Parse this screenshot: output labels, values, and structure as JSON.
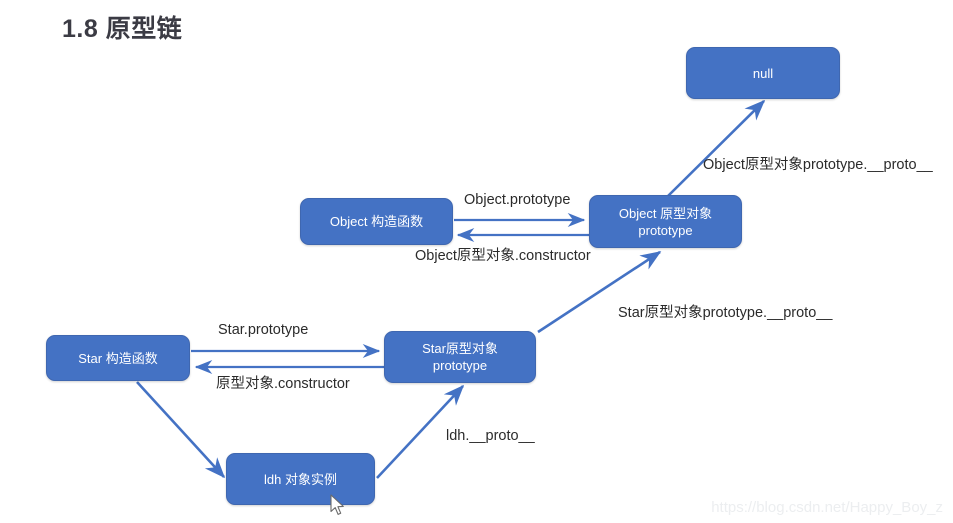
{
  "page": {
    "title": "1.8 原型链",
    "background_color": "#ffffff",
    "watermark": "https://blog.csdn.net/Happy_Boy_z"
  },
  "theme": {
    "node_fill": "#4472c4",
    "node_border": "#3f67b0",
    "node_text": "#ffffff",
    "arrow_color": "#4472c4",
    "label_text": "#2b2b2b",
    "title_text": "#3b3b44",
    "watermark_text": "#eceef0"
  },
  "diagram": {
    "type": "flowchart",
    "nodes": [
      {
        "id": "null",
        "label": "null"
      },
      {
        "id": "object-prototype",
        "label": "Object 原型对象\nprototype"
      },
      {
        "id": "object-constructor",
        "label": "Object 构造函数"
      },
      {
        "id": "star-prototype",
        "label": "Star原型对象\nprototype"
      },
      {
        "id": "star-constructor",
        "label": "Star 构造函数"
      },
      {
        "id": "ldh-instance",
        "label": "ldh 对象实例"
      }
    ],
    "edges": [
      {
        "id": "object-proto-to-null",
        "from": "object-prototype",
        "to": "null",
        "label": "Object原型对象prototype.__proto__"
      },
      {
        "id": "object-ctor-to-proto",
        "from": "object-constructor",
        "to": "object-prototype",
        "label": "Object.prototype"
      },
      {
        "id": "object-proto-to-ctor",
        "from": "object-prototype",
        "to": "object-constructor",
        "label": "Object原型对象.constructor"
      },
      {
        "id": "star-proto-to-object-proto",
        "from": "star-prototype",
        "to": "object-prototype",
        "label": "Star原型对象prototype.__proto__"
      },
      {
        "id": "star-ctor-to-proto",
        "from": "star-constructor",
        "to": "star-prototype",
        "label": "Star.prototype"
      },
      {
        "id": "star-proto-to-ctor",
        "from": "star-prototype",
        "to": "star-constructor",
        "label": "原型对象.constructor"
      },
      {
        "id": "star-ctor-to-ldh",
        "from": "star-constructor",
        "to": "ldh-instance",
        "label": ""
      },
      {
        "id": "ldh-to-star-proto",
        "from": "ldh-instance",
        "to": "star-prototype",
        "label": "ldh.__proto__"
      }
    ]
  }
}
